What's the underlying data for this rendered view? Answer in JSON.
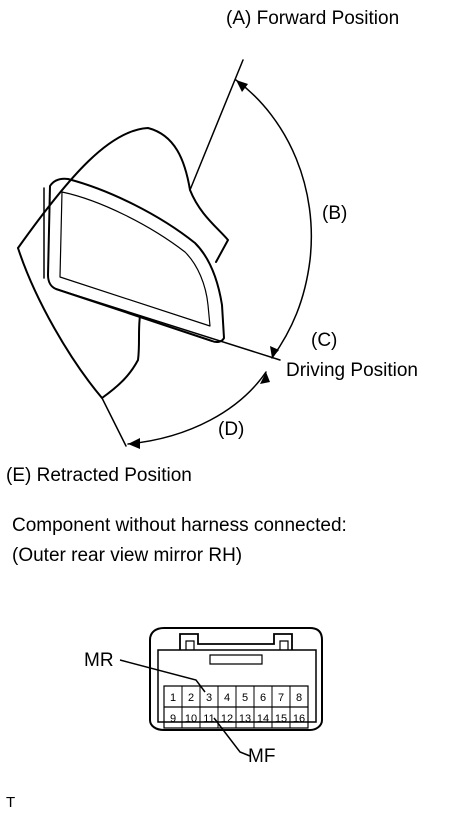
{
  "labels": {
    "a": "(A) Forward Position",
    "b": "(B)",
    "c": "(C)",
    "c_text": "Driving Position",
    "d": "(D)",
    "e": "(E) Retracted Position"
  },
  "component": {
    "line1": "Component without harness connected:",
    "line2": "(Outer rear view mirror RH)"
  },
  "connector": {
    "mr": "MR",
    "mf": "MF",
    "pins_top": [
      "1",
      "2",
      "3",
      "4",
      "5",
      "6",
      "7",
      "8"
    ],
    "pins_bottom": [
      "9",
      "10",
      "11",
      "12",
      "13",
      "14",
      "15",
      "16"
    ]
  },
  "corner_mark": "T"
}
